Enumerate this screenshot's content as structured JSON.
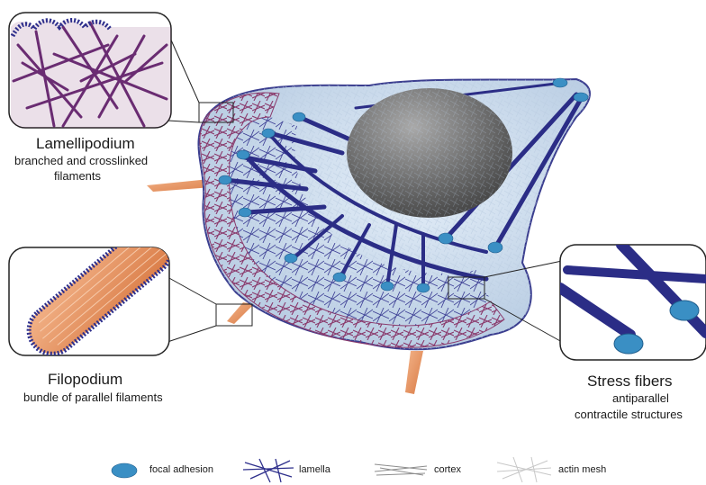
{
  "callouts": {
    "lamellipodium": {
      "title": "Lamellipodium",
      "desc_line1": "branched and crosslinked",
      "desc_line2": "filaments"
    },
    "filopodium": {
      "title": "Filopodium",
      "desc": "bundle of parallel filaments"
    },
    "stress_fibers": {
      "title": "Stress fibers",
      "desc_line1": "antiparallel",
      "desc_line2": "contractile structures"
    }
  },
  "legend": [
    {
      "label": "focal adhesion",
      "icon": "focal-adhesion-icon"
    },
    {
      "label": "lamella",
      "icon": "lamella-icon"
    },
    {
      "label": "cortex",
      "icon": "cortex-icon"
    },
    {
      "label": "actin mesh",
      "icon": "actin-mesh-icon"
    }
  ],
  "colors": {
    "lamella": "#2e2f8c",
    "lamellipodium": "#9b3f73",
    "filopodium": "#e8925c",
    "focal_adhesion": "#3a8fc4",
    "nucleus": "#6e6e6e",
    "cytoplasm": "#cfe0f0"
  }
}
